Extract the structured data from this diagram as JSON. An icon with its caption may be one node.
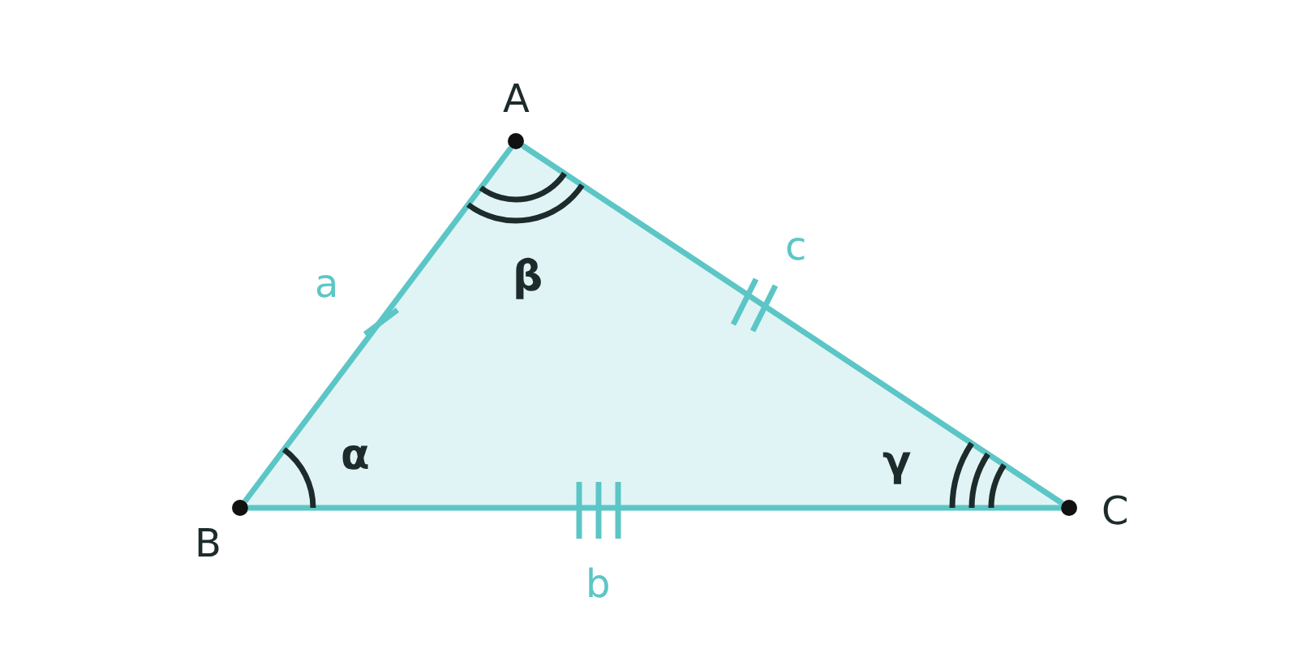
{
  "diagram": {
    "nodes": [
      {
        "text": [
          "A"
        ]
      },
      {
        "text": [
          "B"
        ]
      },
      {
        "text": [
          "C"
        ]
      }
    ],
    "edges": [
      {
        "from": 0,
        "to": 1,
        "arrow": "none",
        "label": "a"
      },
      {
        "from": 1,
        "to": 2,
        "arrow": "none",
        "label": "b"
      },
      {
        "from": 2,
        "to": 0,
        "arrow": "none",
        "label": "c"
      }
    ],
    "labels": [
      "β",
      "α",
      "γ"
    ]
  }
}
